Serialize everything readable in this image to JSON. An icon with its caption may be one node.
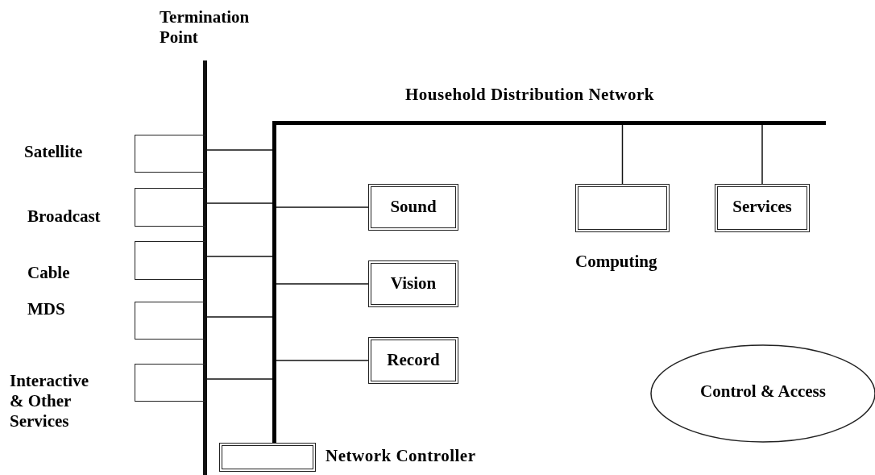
{
  "diagram": {
    "nodes": [
      {
        "text": [
          "Termination Point"
        ]
      },
      {
        "text": [
          "Household Distribution Network"
        ]
      },
      {
        "text": [
          "Satellite"
        ]
      },
      {
        "text": [
          "Broadcast"
        ]
      },
      {
        "text": [
          "Cable"
        ]
      },
      {
        "text": [
          "MDS"
        ]
      },
      {
        "text": [
          "Interactive & Other Services"
        ]
      },
      {
        "text": [
          "Sound"
        ],
        "in": 1
      },
      {
        "text": [
          "Vision"
        ],
        "in": 1
      },
      {
        "text": [
          "Record"
        ],
        "in": 1
      },
      {
        "text": [
          "Computing"
        ],
        "in": 1
      },
      {
        "text": [
          "Services"
        ],
        "in": 1
      },
      {
        "text": [
          "Network Controller"
        ]
      },
      {
        "text": [
          "Control & Access"
        ]
      }
    ],
    "edges": [
      {
        "from": 0,
        "to": 1,
        "arrow": "none"
      },
      {
        "from": 0,
        "to": 1,
        "arrow": "none"
      },
      {
        "from": 0,
        "to": 1,
        "arrow": "none"
      },
      {
        "from": 0,
        "to": 1,
        "arrow": "none"
      },
      {
        "from": 0,
        "to": 1,
        "arrow": "none"
      },
      {
        "from": 1,
        "to": 7,
        "arrow": "none"
      },
      {
        "from": 1,
        "to": 8,
        "arrow": "none"
      },
      {
        "from": 1,
        "to": 9,
        "arrow": "none"
      },
      {
        "from": 1,
        "to": 10,
        "arrow": "none"
      },
      {
        "from": 1,
        "to": 11,
        "arrow": "none"
      }
    ]
  }
}
